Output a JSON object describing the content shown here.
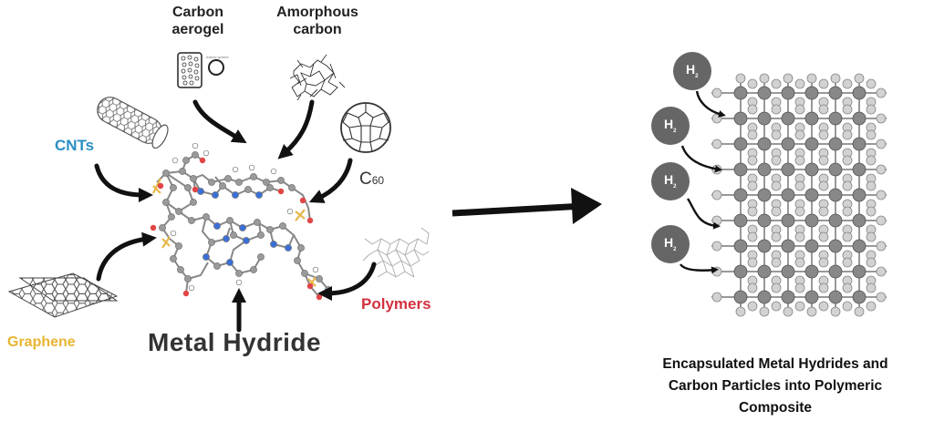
{
  "labels": {
    "carbon_aerogel": "Carbon aerogel",
    "amorphous_carbon": "Amorphous carbon",
    "cnts": "CNTs",
    "c60_main": "C",
    "c60_sub": "60",
    "graphene": "Graphene",
    "polymers": "Polymers",
    "metal_hydride": "Metal Hydride",
    "aerogel_tiny": "hollow sphere",
    "caption": "Encapsulated Metal Hydrides and Carbon Particles into Polymeric Composite",
    "h_main": "H",
    "h_sub": "2"
  },
  "colors": {
    "cnts": "#2a8fc4",
    "graphene": "#e8b431",
    "polymers": "#d3303f",
    "dark_text": "#222222",
    "h_sphere": "#666666",
    "lattice_dark": "#888888",
    "lattice_light": "#d2d2d2"
  },
  "icons": [
    "cnt-tube-icon",
    "graphene-sheet-icon",
    "aerogel-block-icon",
    "hollow-sphere-icon",
    "amorphous-carbon-icon",
    "c60-fullerene-icon",
    "polymer-network-icon",
    "metal-hydride-molecule-icon",
    "h2-sphere-icon",
    "lattice-icon"
  ]
}
